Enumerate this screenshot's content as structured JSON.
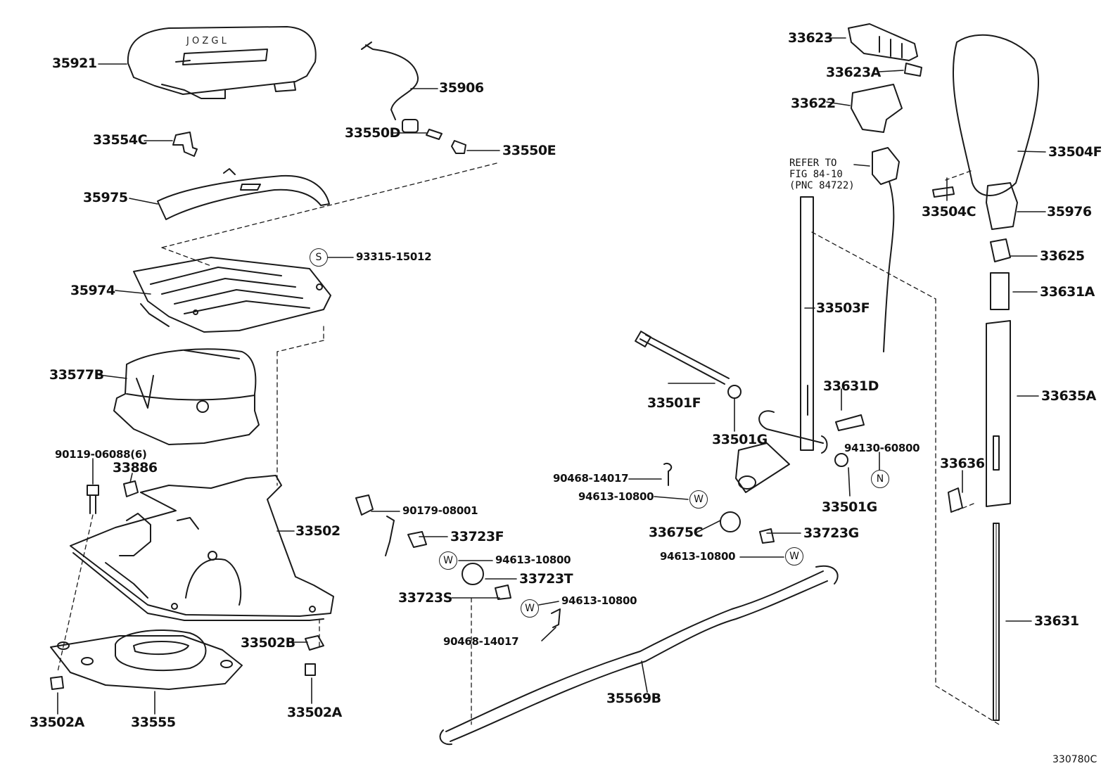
{
  "diagram": {
    "labels": {
      "l35921": "35921",
      "l35906": "35906",
      "l33550D": "33550D",
      "l33550E": "33550E",
      "l33554C": "33554C",
      "l35975": "35975",
      "l93315": "93315-15012",
      "l35974": "35974",
      "l33577B": "33577B",
      "l90119": "90119-06088(6)",
      "l33886": "33886",
      "l33502": "33502",
      "l33502B": "33502B",
      "l33502A_l": "33502A",
      "l33555": "33555",
      "l33502A_r": "33502A",
      "l90179": "90179-08001",
      "l33723F": "33723F",
      "l94613_a": "94613-10800",
      "l33723T": "33723T",
      "l33723S": "33723S",
      "l94613_b": "94613-10800",
      "l90468_b": "90468-14017",
      "l90468_a": "90468-14017",
      "l94613_c": "94613-10800",
      "l33675C": "33675C",
      "l33723G": "33723G",
      "l94613_d": "94613-10800",
      "l35569B": "35569B",
      "l33501F": "33501F",
      "l33501G_a": "33501G",
      "l33503F": "33503F",
      "l33631D": "33631D",
      "l94130": "94130-60800",
      "l33501G_b": "33501G",
      "l33623": "33623",
      "l33623A": "33623A",
      "l33622": "33622",
      "l33504F": "33504F",
      "l33504C": "33504C",
      "l35976": "35976",
      "l33625": "33625",
      "l33631A": "33631A",
      "l33635A": "33635A",
      "l33636": "33636",
      "l33631": "33631"
    },
    "refer_note": "REFER TO\nFIG 84-10\n(PNC 84722)",
    "symbols": {
      "s": "S",
      "w": "W",
      "n": "N"
    },
    "illustration_code": "330780C"
  }
}
